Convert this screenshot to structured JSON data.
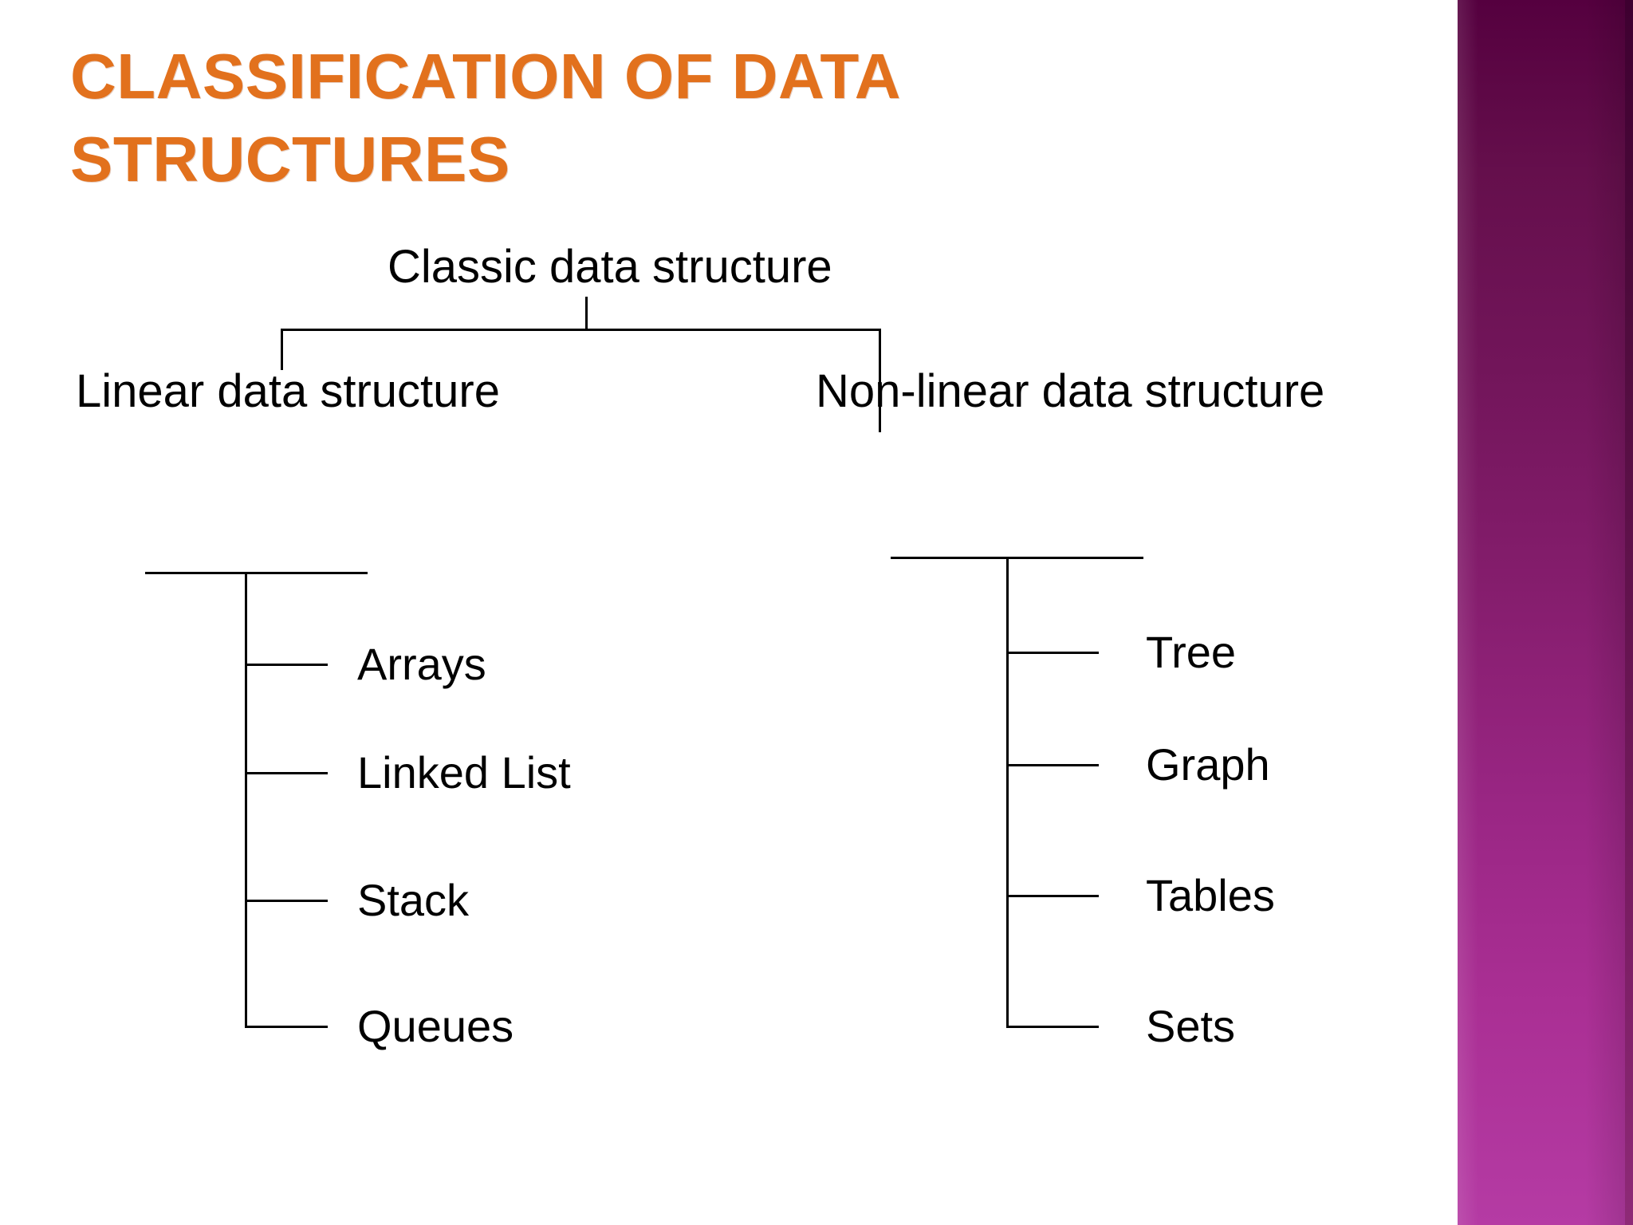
{
  "slide": {
    "title": "Classification of data structures",
    "title_color": "#E2711D",
    "background_color": "#FFFFFF",
    "accent_band": {
      "name": "purple-gradient-band",
      "color_top": "#55003F",
      "color_bottom": "#B53BA4"
    }
  },
  "diagram": {
    "type": "tree",
    "root": "Classic data structure",
    "branches": [
      {
        "label": "Linear data structure",
        "children": [
          "Arrays",
          "Linked List",
          "Stack",
          "Queues"
        ]
      },
      {
        "label": "Non-linear data structure",
        "children": [
          "Tree",
          "Graph",
          "Tables",
          "Sets"
        ]
      }
    ]
  }
}
